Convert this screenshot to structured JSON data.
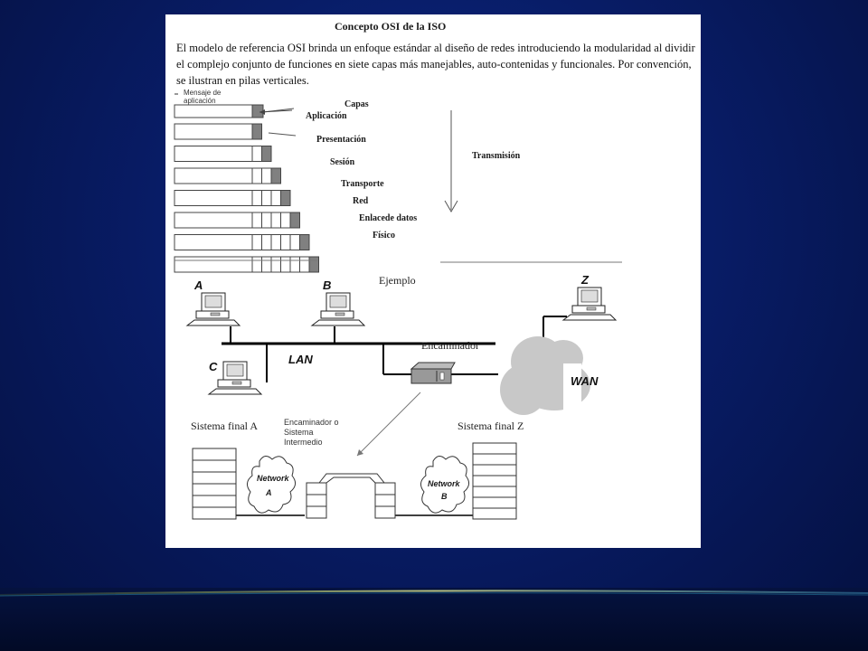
{
  "slide": {
    "title": "Concepto OSI de la ISO",
    "paragraph": "El modelo de referencia OSI brinda un enfoque estándar al diseño de redes introduciendo la modularidad al dividir el complejo conjunto de funciones en siete capas más manejables, auto-contenidas y funcionales. Por convención, se ilustran en pilas verticales."
  },
  "osi": {
    "message_label": "Mensaje de aplicación",
    "layers_heading": "Capas",
    "layers": [
      "Aplicación",
      "Presentación",
      "Sesión",
      "Transporte",
      "Red",
      "Enlacede datos",
      "Físico"
    ],
    "transmission_label": "Transmisión"
  },
  "example": {
    "heading": "Ejemplo",
    "hosts": [
      "A",
      "B",
      "C",
      "Z"
    ],
    "lan_label": "LAN",
    "wan_label": "WAN",
    "router_label": "Encaminador",
    "end_system_a": "Sistema final A",
    "end_system_z": "Sistema final Z",
    "intermediate_label": "Encaminador o Sistema Intermedio",
    "network_a": [
      "Network",
      "A"
    ],
    "network_b": [
      "Network",
      "B"
    ]
  },
  "colors": {
    "background": "#081c66",
    "sheet": "#ffffff",
    "header_box": "#808080"
  }
}
